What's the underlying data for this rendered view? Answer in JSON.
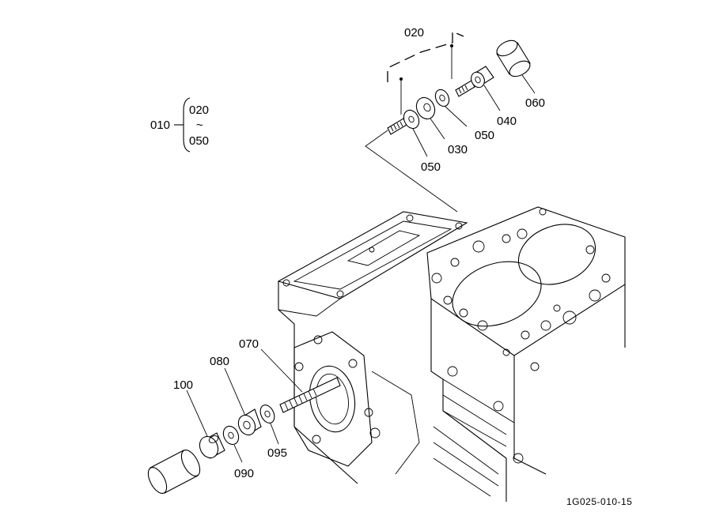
{
  "diagram": {
    "group_label": "010",
    "group_range_start": "020",
    "group_range_tilde": "~",
    "group_range_end": "050",
    "parts": {
      "p020": "020",
      "p030": "030",
      "p040": "040",
      "p050a": "050",
      "p050b": "050",
      "p060": "060",
      "p070": "070",
      "p080": "080",
      "p090": "090",
      "p095": "095",
      "p100": "100"
    },
    "drawing_code": "1G025-010-15"
  }
}
